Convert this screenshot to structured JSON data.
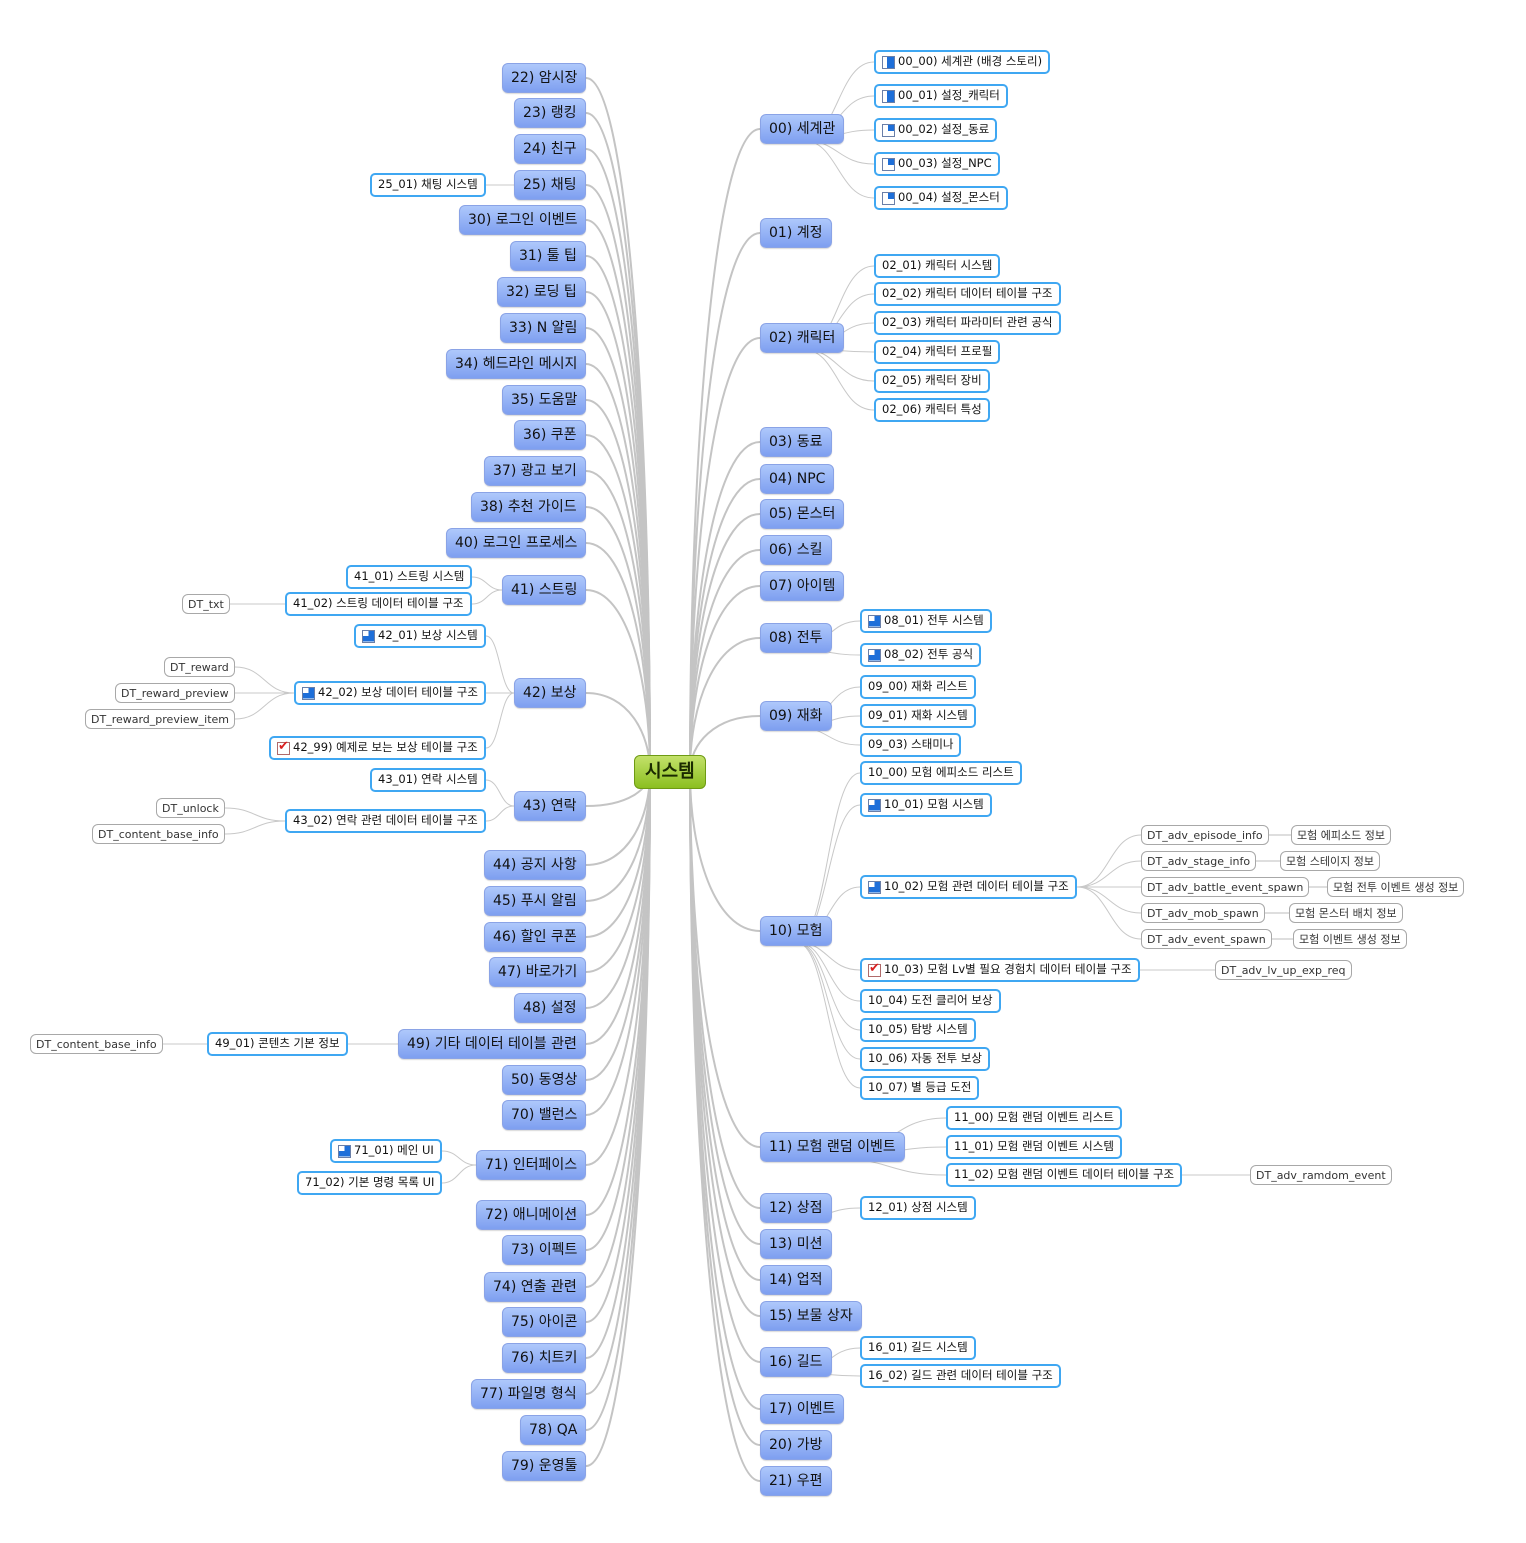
{
  "root": {
    "label": "시스템"
  },
  "right": [
    {
      "id": "r00",
      "label": "00) 세계관",
      "children": [
        {
          "label": "00_00) 세계관 (배경 스토리)",
          "icon": "full"
        },
        {
          "label": "00_01) 설정_캐릭터",
          "icon": "full"
        },
        {
          "label": "00_02) 설정_동료",
          "icon": "quarter"
        },
        {
          "label": "00_03) 설정_NPC",
          "icon": "quarter"
        },
        {
          "label": "00_04) 설정_몬스터",
          "icon": "quarter"
        }
      ]
    },
    {
      "id": "r01",
      "label": "01) 계정",
      "children": []
    },
    {
      "id": "r02",
      "label": "02) 캐릭터",
      "children": [
        {
          "label": "02_01) 캐릭터 시스템"
        },
        {
          "label": "02_02) 캐릭터 데이터 테이블 구조"
        },
        {
          "label": "02_03) 캐릭터 파라미터 관련 공식"
        },
        {
          "label": "02_04) 캐릭터 프로필"
        },
        {
          "label": "02_05) 캐릭터 장비"
        },
        {
          "label": "02_06) 캐릭터 특성"
        }
      ]
    },
    {
      "id": "r03",
      "label": "03) 동료",
      "children": []
    },
    {
      "id": "r04",
      "label": "04) NPC",
      "children": []
    },
    {
      "id": "r05",
      "label": "05) 몬스터",
      "children": []
    },
    {
      "id": "r06",
      "label": "06) 스킬",
      "children": []
    },
    {
      "id": "r07",
      "label": "07) 아이템",
      "children": []
    },
    {
      "id": "r08",
      "label": "08) 전투",
      "children": [
        {
          "label": "08_01) 전투 시스템",
          "icon": "three"
        },
        {
          "label": "08_02) 전투 공식",
          "icon": "three"
        }
      ]
    },
    {
      "id": "r09",
      "label": "09) 재화",
      "children": [
        {
          "label": "09_00) 재화 리스트"
        },
        {
          "label": "09_01) 재화 시스템"
        },
        {
          "label": "09_03) 스태미나"
        }
      ]
    },
    {
      "id": "r10",
      "label": "10) 모험",
      "children": [
        {
          "label": "10_00) 모험 에피소드 리스트"
        },
        {
          "label": "10_01) 모험 시스템",
          "icon": "three"
        },
        {
          "label": "10_02) 모험 관련 데이터 테이블 구조",
          "icon": "three",
          "tags": [
            {
              "label": "DT_adv_episode_info",
              "note": "모험 에피소드 정보"
            },
            {
              "label": "DT_adv_stage_info",
              "note": "모험 스테이지 정보"
            },
            {
              "label": "DT_adv_battle_event_spawn",
              "note": "모험 전투 이벤트 생성 정보"
            },
            {
              "label": "DT_adv_mob_spawn",
              "note": "모험 몬스터 배치 정보"
            },
            {
              "label": "DT_adv_event_spawn",
              "note": "모험 이벤트 생성 정보"
            }
          ]
        },
        {
          "label": "10_03) 모험 Lv별 필요 경험치 데이터 테이블 구조",
          "icon": "check",
          "tags": [
            {
              "label": "DT_adv_lv_up_exp_req"
            }
          ]
        },
        {
          "label": "10_04) 도전 클리어 보상"
        },
        {
          "label": "10_05) 탐방 시스템"
        },
        {
          "label": "10_06) 자동 전투 보상"
        },
        {
          "label": "10_07) 별 등급 도전"
        }
      ]
    },
    {
      "id": "r11",
      "label": "11) 모험 랜덤 이벤트",
      "children": [
        {
          "label": "11_00) 모험 랜덤 이벤트 리스트"
        },
        {
          "label": "11_01) 모험 랜덤 이벤트 시스템"
        },
        {
          "label": "11_02) 모험 랜덤 이벤트 데이터 테이블 구조",
          "tags": [
            {
              "label": "DT_adv_ramdom_event"
            }
          ]
        }
      ]
    },
    {
      "id": "r12",
      "label": "12) 상점",
      "children": [
        {
          "label": "12_01) 상점 시스템"
        }
      ]
    },
    {
      "id": "r13",
      "label": "13) 미션",
      "children": []
    },
    {
      "id": "r14",
      "label": "14) 업적",
      "children": []
    },
    {
      "id": "r15",
      "label": "15) 보물 상자",
      "children": []
    },
    {
      "id": "r16",
      "label": "16) 길드",
      "children": [
        {
          "label": "16_01) 길드 시스템"
        },
        {
          "label": "16_02) 길드 관련 데이터 테이블 구조"
        }
      ]
    },
    {
      "id": "r17",
      "label": "17) 이벤트",
      "children": []
    },
    {
      "id": "r20",
      "label": "20) 가방",
      "children": []
    },
    {
      "id": "r21",
      "label": "21) 우편",
      "children": []
    }
  ],
  "left": [
    {
      "id": "l22",
      "label": "22) 암시장",
      "children": []
    },
    {
      "id": "l23",
      "label": "23) 랭킹",
      "children": []
    },
    {
      "id": "l24",
      "label": "24) 친구",
      "children": []
    },
    {
      "id": "l25",
      "label": "25) 채팅",
      "children": [
        {
          "label": "25_01) 채팅 시스템"
        }
      ]
    },
    {
      "id": "l30",
      "label": "30) 로그인 이벤트",
      "children": []
    },
    {
      "id": "l31",
      "label": "31) 툴 팁",
      "children": []
    },
    {
      "id": "l32",
      "label": "32) 로딩 팁",
      "children": []
    },
    {
      "id": "l33",
      "label": "33) N 알림",
      "children": []
    },
    {
      "id": "l34",
      "label": "34) 헤드라인 메시지",
      "children": []
    },
    {
      "id": "l35",
      "label": "35) 도움말",
      "children": []
    },
    {
      "id": "l36",
      "label": "36) 쿠폰",
      "children": []
    },
    {
      "id": "l37",
      "label": "37) 광고 보기",
      "children": []
    },
    {
      "id": "l38",
      "label": "38) 추천 가이드",
      "children": []
    },
    {
      "id": "l40",
      "label": "40) 로그인 프로세스",
      "children": []
    },
    {
      "id": "l41",
      "label": "41) 스트링",
      "children": [
        {
          "label": "41_01) 스트링 시스템"
        },
        {
          "label": "41_02) 스트링 데이터 테이블 구조",
          "tags": [
            {
              "label": "DT_txt"
            }
          ]
        }
      ]
    },
    {
      "id": "l42",
      "label": "42) 보상",
      "children": [
        {
          "label": "42_01) 보상 시스템",
          "icon": "three"
        },
        {
          "label": "42_02) 보상 데이터 테이블 구조",
          "icon": "three",
          "tags": [
            {
              "label": "DT_reward"
            },
            {
              "label": "DT_reward_preview"
            },
            {
              "label": "DT_reward_preview_item"
            }
          ]
        },
        {
          "label": "42_99) 예제로 보는 보상 테이블 구조",
          "icon": "check"
        }
      ]
    },
    {
      "id": "l43",
      "label": "43) 연락",
      "children": [
        {
          "label": "43_01) 연락 시스템"
        },
        {
          "label": "43_02) 연락 관련 데이터 테이블 구조",
          "tags": [
            {
              "label": "DT_unlock"
            },
            {
              "label": "DT_content_base_info"
            }
          ]
        }
      ]
    },
    {
      "id": "l44",
      "label": "44) 공지 사항",
      "children": []
    },
    {
      "id": "l45",
      "label": "45) 푸시 알림",
      "children": []
    },
    {
      "id": "l46",
      "label": "46) 할인 쿠폰",
      "children": []
    },
    {
      "id": "l47",
      "label": "47) 바로가기",
      "children": []
    },
    {
      "id": "l48",
      "label": "48) 설정",
      "children": []
    },
    {
      "id": "l49",
      "label": "49) 기타 데이터 테이블 관련",
      "children": [
        {
          "label": "49_01) 콘텐츠 기본 정보",
          "tags": [
            {
              "label": "DT_content_base_info"
            }
          ]
        }
      ]
    },
    {
      "id": "l50",
      "label": "50) 동영상",
      "children": []
    },
    {
      "id": "l70",
      "label": "70) 밸런스",
      "children": []
    },
    {
      "id": "l71",
      "label": "71) 인터페이스",
      "children": [
        {
          "label": "71_01) 메인 UI",
          "icon": "three"
        },
        {
          "label": "71_02) 기본 명령 목록 UI"
        }
      ]
    },
    {
      "id": "l72",
      "label": "72) 애니메이션",
      "children": []
    },
    {
      "id": "l73",
      "label": "73) 이펙트",
      "children": []
    },
    {
      "id": "l74",
      "label": "74) 연출 관련",
      "children": []
    },
    {
      "id": "l75",
      "label": "75) 아이콘",
      "children": []
    },
    {
      "id": "l76",
      "label": "76) 치트키",
      "children": []
    },
    {
      "id": "l77",
      "label": "77) 파일명 형식",
      "children": []
    },
    {
      "id": "l78",
      "label": "78) QA",
      "children": []
    },
    {
      "id": "l79",
      "label": "79) 운영툴",
      "children": []
    }
  ]
}
